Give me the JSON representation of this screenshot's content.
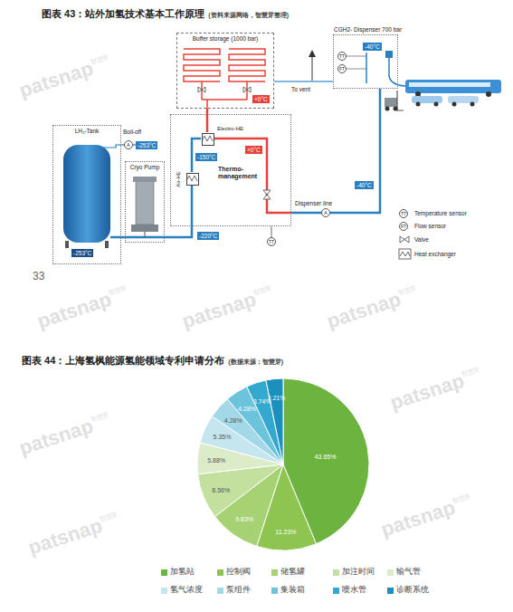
{
  "diagram": {
    "title": "图表 43：站外加氢技术基本工作原理",
    "nodes": [
      {
        "text": [
          "Buffer storage (1000 bar)"
        ]
      },
      {
        "text": [
          "+0°C"
        ],
        "in": 0
      },
      {
        "text": [
          "CGH2- Dispenser 700 bar"
        ]
      },
      {
        "text": [
          "-40°C"
        ],
        "in": 2
      },
      {
        "text": [
          "LH₂-Tank"
        ]
      },
      {
        "text": [
          "-253°C"
        ],
        "in": 4
      },
      {
        "text": [
          "-253°C"
        ]
      },
      {
        "text": [
          "Cryo Pump"
        ]
      },
      {
        "text": [
          "Thermo-management"
        ]
      },
      {
        "text": [
          "-150°C"
        ],
        "in": 8
      },
      {
        "text": [
          "+0°C"
        ],
        "in": 8
      },
      {
        "text": [
          "Electro-HE"
        ],
        "in": 8
      },
      {
        "text": [
          "Air-HE"
        ],
        "in": 8
      },
      {
        "text": [
          "-220°C"
        ]
      },
      {
        "text": [
          "-40°C"
        ]
      }
    ],
    "edges": [
      {
        "from": 4,
        "to": 6,
        "arrow": "none"
      },
      {
        "from": 4,
        "to": 7,
        "arrow": "none"
      },
      {
        "from": 7,
        "to": 8,
        "arrow": "none"
      },
      {
        "from": 8,
        "to": 0,
        "arrow": "none"
      },
      {
        "from": 0,
        "to": 2,
        "arrow": "none"
      },
      {
        "from": 8,
        "to": 2,
        "arrow": "none"
      }
    ],
    "labels": [
      "(资料来源网络，智慧芽整理)",
      "Boil-off",
      "A",
      "TT",
      "FT",
      "To vent",
      "Dispenser line",
      "A",
      "TT",
      "TT",
      "FT",
      "33",
      "图表 44：上海氢枫能源氢能领域专利申请分布",
      "(数据来源：智慧芽)",
      "43.65%",
      "11.23%",
      "9.63%",
      "8.56%",
      "5.88%",
      "5.35%",
      "4.28%",
      "4.28%",
      "3.74%",
      "3.21%",
      "patsnap",
      "智慧芽",
      "patsnap",
      "智慧芽",
      "patsnap",
      "智慧芽",
      "patsnap",
      "智慧芽",
      "patsnap",
      "智慧芽",
      "patsnap",
      "智慧芽",
      "patsnap",
      "智慧芽",
      "patsnap",
      "智慧芽"
    ],
    "legend": [
      {
        "text": "Temperature sensor"
      },
      {
        "text": "Flow sensor"
      },
      {
        "text": "Valve"
      },
      {
        "text": "Heat exchanger"
      },
      {
        "text": "加氢站",
        "color": "#6db33f"
      },
      {
        "text": "控制阀",
        "color": "#8dc550"
      },
      {
        "text": "储氢罐",
        "color": "#a6d274"
      },
      {
        "text": "加注时间",
        "color": "#c3e09f"
      },
      {
        "text": "输气管",
        "color": "#dcecc8"
      },
      {
        "text": "氢气浓度",
        "color": "#c5e6ef"
      },
      {
        "text": "泵组件",
        "color": "#a3d8e8"
      },
      {
        "text": "集装箱",
        "color": "#6cc3dc"
      },
      {
        "text": "喷水管",
        "color": "#34a9cf"
      },
      {
        "text": "诊断系统",
        "color": "#1c90bd"
      }
    ]
  }
}
